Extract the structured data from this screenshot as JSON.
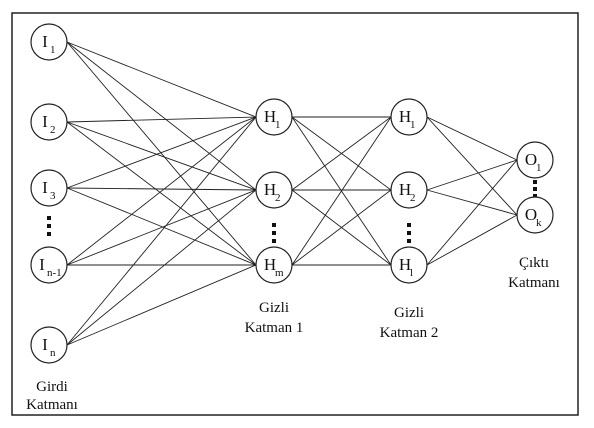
{
  "diagram": {
    "input_nodes": [
      {
        "main": "I",
        "sub": "1"
      },
      {
        "main": "I",
        "sub": "2"
      },
      {
        "main": "I",
        "sub": "3"
      },
      {
        "main": "I",
        "sub": "n-1"
      },
      {
        "main": "I",
        "sub": "n"
      }
    ],
    "hidden1_nodes": [
      {
        "main": "H",
        "sub": "1"
      },
      {
        "main": "H",
        "sub": "2"
      },
      {
        "main": "H",
        "sub": "m"
      }
    ],
    "hidden2_nodes": [
      {
        "main": "H",
        "sub": "1"
      },
      {
        "main": "H",
        "sub": "2"
      },
      {
        "main": "H",
        "sub": "l"
      }
    ],
    "output_nodes": [
      {
        "main": "O",
        "sub": "1"
      },
      {
        "main": "O",
        "sub": "k"
      }
    ],
    "labels": {
      "input_line1": "Girdi",
      "input_line2": "Katmanı",
      "hidden1_line1": "Gizli",
      "hidden1_line2": "Katman 1",
      "hidden2_line1": "Gizli",
      "hidden2_line2": "Katman 2",
      "output_line1": "Çıktı",
      "output_line2": "Katmanı"
    },
    "colors": {
      "stroke": "#222222",
      "background": "#ffffff"
    }
  }
}
